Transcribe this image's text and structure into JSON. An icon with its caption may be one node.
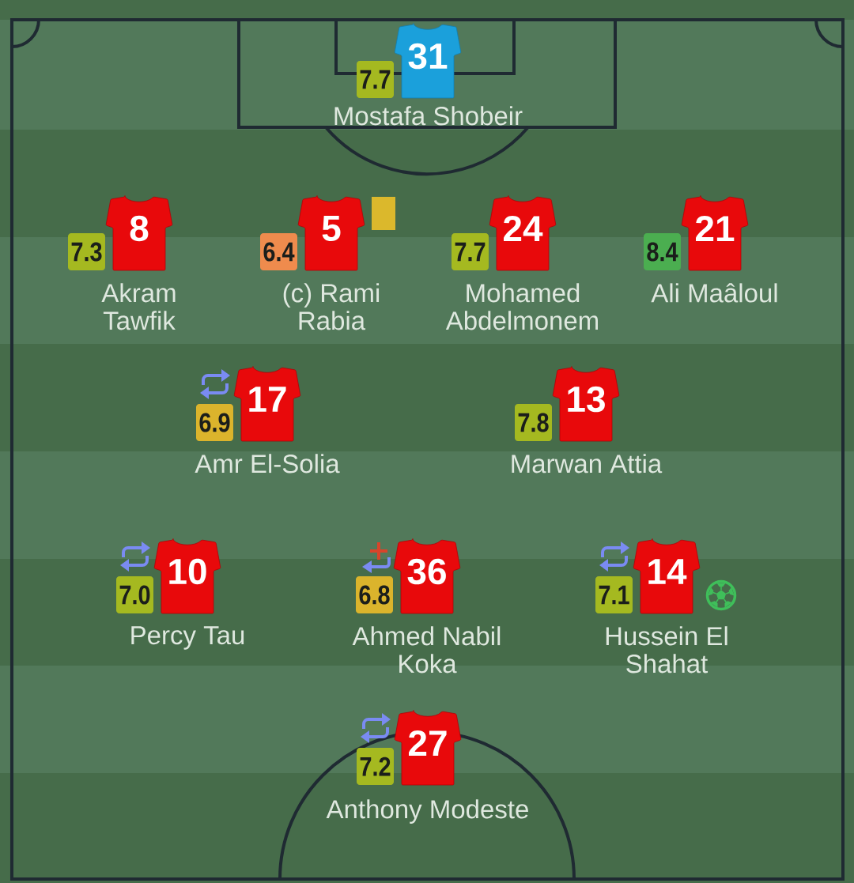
{
  "diagram": {
    "nodes": [
      {
        "text": [
          "7.7"
        ]
      },
      {
        "text": [
          "31"
        ],
        "beside": [
          "Mostafa Shobeir"
        ]
      },
      {
        "text": [
          "7.3"
        ]
      },
      {
        "text": [
          "8"
        ],
        "beside": [
          "Akram Tawfik"
        ]
      },
      {
        "text": [
          "6.4"
        ]
      },
      {
        "text": [
          "5"
        ],
        "beside": [
          "(c) Rami Rabia"
        ]
      },
      {
        "text": [
          "7.7"
        ]
      },
      {
        "text": [
          "24"
        ],
        "beside": [
          "Mohamed Abdelmonem"
        ]
      },
      {
        "text": [
          "8.4"
        ]
      },
      {
        "text": [
          "21"
        ],
        "beside": [
          "Ali Maâloul"
        ]
      },
      {
        "text": [
          "6.9"
        ]
      },
      {
        "text": [
          "17"
        ],
        "beside": [
          "Amr El-Solia"
        ]
      },
      {
        "text": [
          "7.8"
        ]
      },
      {
        "text": [
          "13"
        ],
        "beside": [
          "Marwan Attia"
        ]
      },
      {
        "text": [
          "7.0"
        ]
      },
      {
        "text": [
          "10"
        ],
        "beside": [
          "Percy Tau"
        ]
      },
      {
        "text": [
          "6.8"
        ]
      },
      {
        "text": [
          "36"
        ],
        "beside": [
          "Ahmed Nabil Koka"
        ]
      },
      {
        "text": [
          "7.1"
        ]
      },
      {
        "text": [
          "14"
        ],
        "beside": [
          "Hussein El Shahat"
        ]
      },
      {
        "text": [
          "7.2"
        ]
      },
      {
        "text": [
          "27"
        ],
        "beside": [
          "Anthony Modeste"
        ]
      }
    ]
  }
}
